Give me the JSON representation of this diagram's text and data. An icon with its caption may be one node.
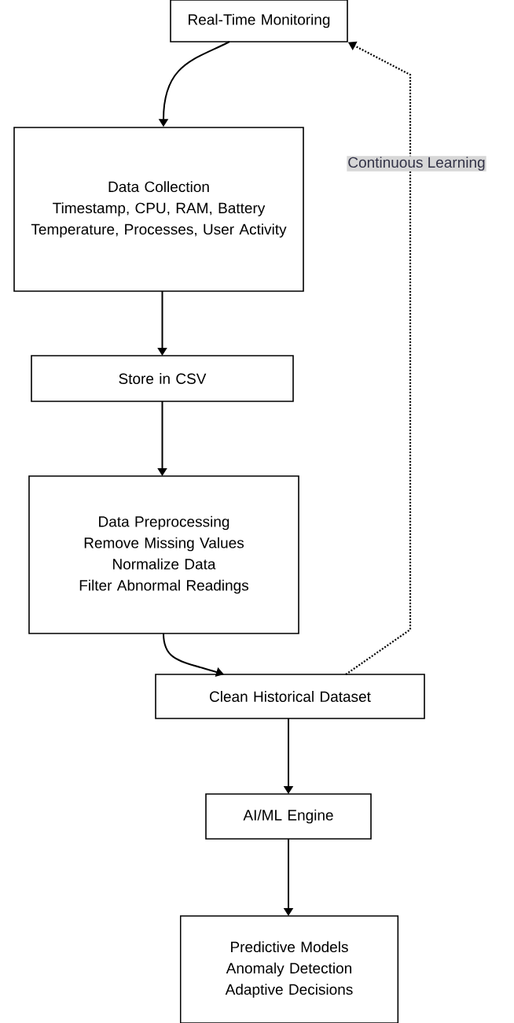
{
  "diagram": {
    "nodes": [
      {
        "text": [
          "Real-Time Monitoring"
        ]
      },
      {
        "text": [
          "Data Collection",
          "Timestamp, CPU, RAM, Battery",
          "Temperature, Processes, User Activity"
        ]
      },
      {
        "text": [
          "Store in CSV"
        ]
      },
      {
        "text": [
          "Data Preprocessing",
          "Remove Missing Values",
          "Normalize Data",
          "Filter Abnormal Readings"
        ]
      },
      {
        "text": [
          "Clean Historical Dataset"
        ]
      },
      {
        "text": [
          "AI/ML Engine"
        ]
      },
      {
        "text": [
          "Predictive Models",
          "Anomaly Detection",
          "Adaptive Decisions"
        ]
      }
    ],
    "edges": [
      {
        "from": 0,
        "to": 1,
        "arrow": "to"
      },
      {
        "from": 1,
        "to": 2,
        "arrow": "to"
      },
      {
        "from": 2,
        "to": 3,
        "arrow": "to"
      },
      {
        "from": 3,
        "to": 4,
        "arrow": "to"
      },
      {
        "from": 4,
        "to": 5,
        "arrow": "to"
      },
      {
        "from": 5,
        "to": 6,
        "arrow": "to"
      },
      {
        "from": 4,
        "to": 0,
        "arrow": "to",
        "style": "dashed",
        "label": "Continuous Learning"
      }
    ]
  }
}
